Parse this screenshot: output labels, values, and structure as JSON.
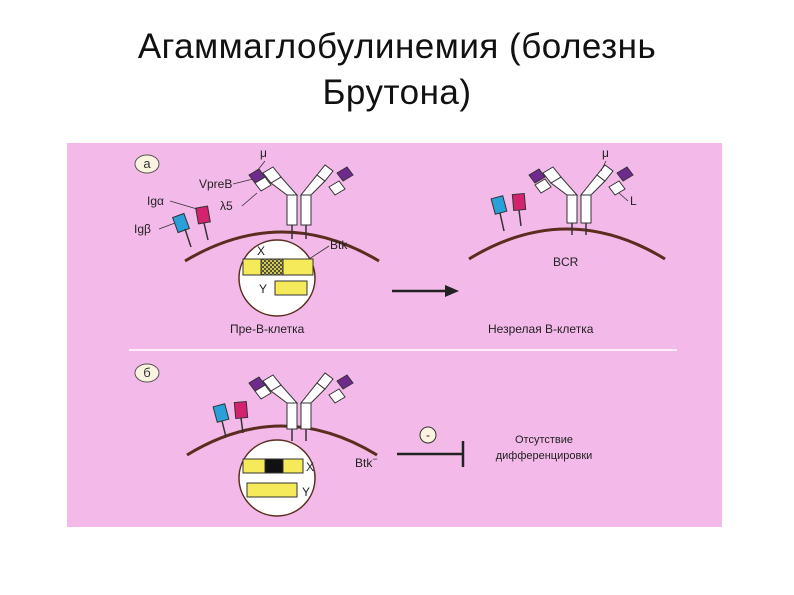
{
  "title": {
    "line1": "Агаммаглобулинемия (болезнь",
    "line2": "Брутона)"
  },
  "figure": {
    "panel_a": {
      "tag": "а",
      "labels": {
        "mu_left": "μ",
        "vpreb": "VpreB",
        "ig_alpha": "Igα",
        "lambda5": "λ5",
        "ig_beta": "Igβ",
        "btk": "Btk",
        "chrom_x": "X",
        "chrom_y": "Y",
        "pre_b_cell": "Пре-В-клетка",
        "mu_right": "μ",
        "light_chain": "L",
        "bcr": "BCR",
        "immature_b_cell": "Незрелая В-клетка"
      }
    },
    "panel_b": {
      "tag": "б",
      "labels": {
        "chrom_x": "X",
        "chrom_y": "Y",
        "btk_minus": "Btk",
        "btk_superscript": "−",
        "inhibit_sign": "-",
        "no_diff_line1": "Отсутствие",
        "no_diff_line2": "дифференцировки"
      }
    },
    "colors": {
      "background": "#f3b9e8",
      "membrane": "#5a2d1e",
      "heavy_chain": "#ffffff",
      "light_purple": "#6e2a8c",
      "ig_alpha": "#d4236e",
      "ig_beta": "#2aa0d8",
      "chromosome": "#f5ea5a",
      "divider": "#ffffff"
    }
  }
}
